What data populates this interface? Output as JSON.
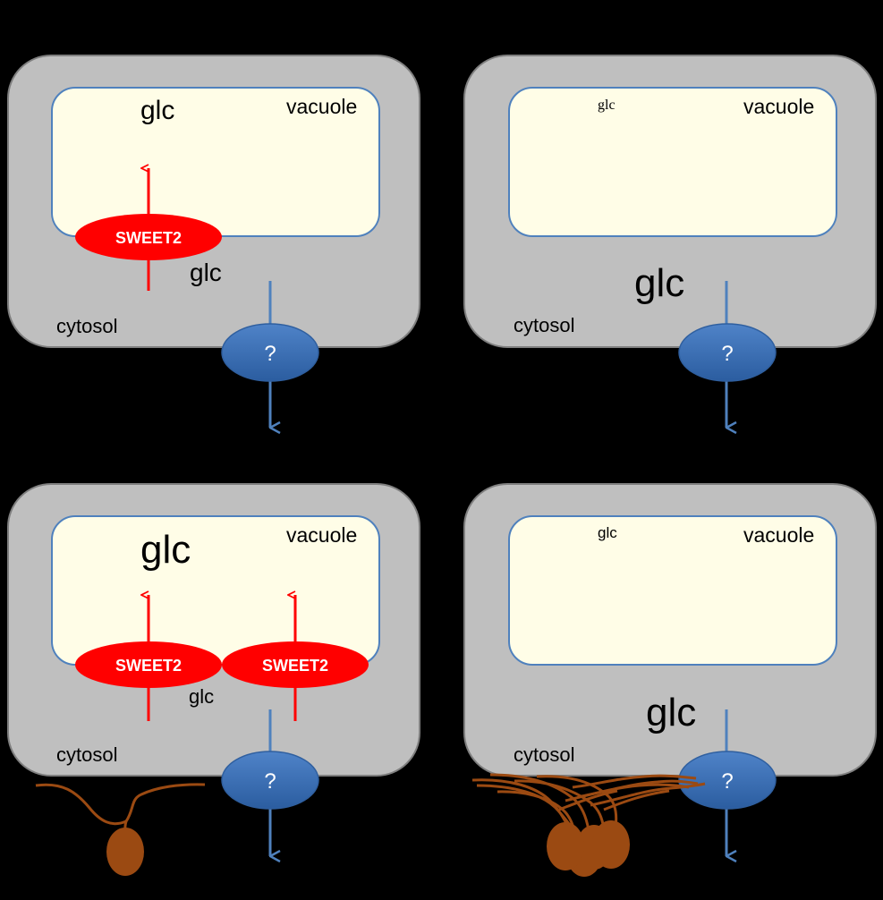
{
  "colors": {
    "background": "#000000",
    "cell_fill": "#bfbfbf",
    "cell_stroke": "#7f7f7f",
    "vacuole_fill": "#fffde7",
    "vacuole_stroke": "#4f81bd",
    "sweet_fill": "#ff0000",
    "transporter_fill": "#3d70b4",
    "arrow_red": "#ff0000",
    "arrow_blue": "#4f81bd",
    "pathogen": "#9b4a12"
  },
  "panels": [
    {
      "vacuole_label": "vacuole",
      "vacuole_glc": "glc",
      "cytosol_label": "cytosol",
      "cytosol_glc": "glc",
      "sweet_labels": [
        "SWEET2"
      ],
      "transporter_label": "?",
      "pathogen_count": 0
    },
    {
      "vacuole_label": "vacuole",
      "vacuole_glc": "glc",
      "cytosol_label": "cytosol",
      "cytosol_glc": "glc",
      "sweet_labels": [],
      "transporter_label": "?",
      "pathogen_count": 0
    },
    {
      "vacuole_label": "vacuole",
      "vacuole_glc": "glc",
      "cytosol_label": "cytosol",
      "cytosol_glc": "glc",
      "sweet_labels": [
        "SWEET2",
        "SWEET2"
      ],
      "transporter_label": "?",
      "pathogen_count": 1
    },
    {
      "vacuole_label": "vacuole",
      "vacuole_glc": "glc",
      "cytosol_label": "cytosol",
      "cytosol_glc": "glc",
      "sweet_labels": [],
      "transporter_label": "?",
      "pathogen_count": 4
    }
  ]
}
